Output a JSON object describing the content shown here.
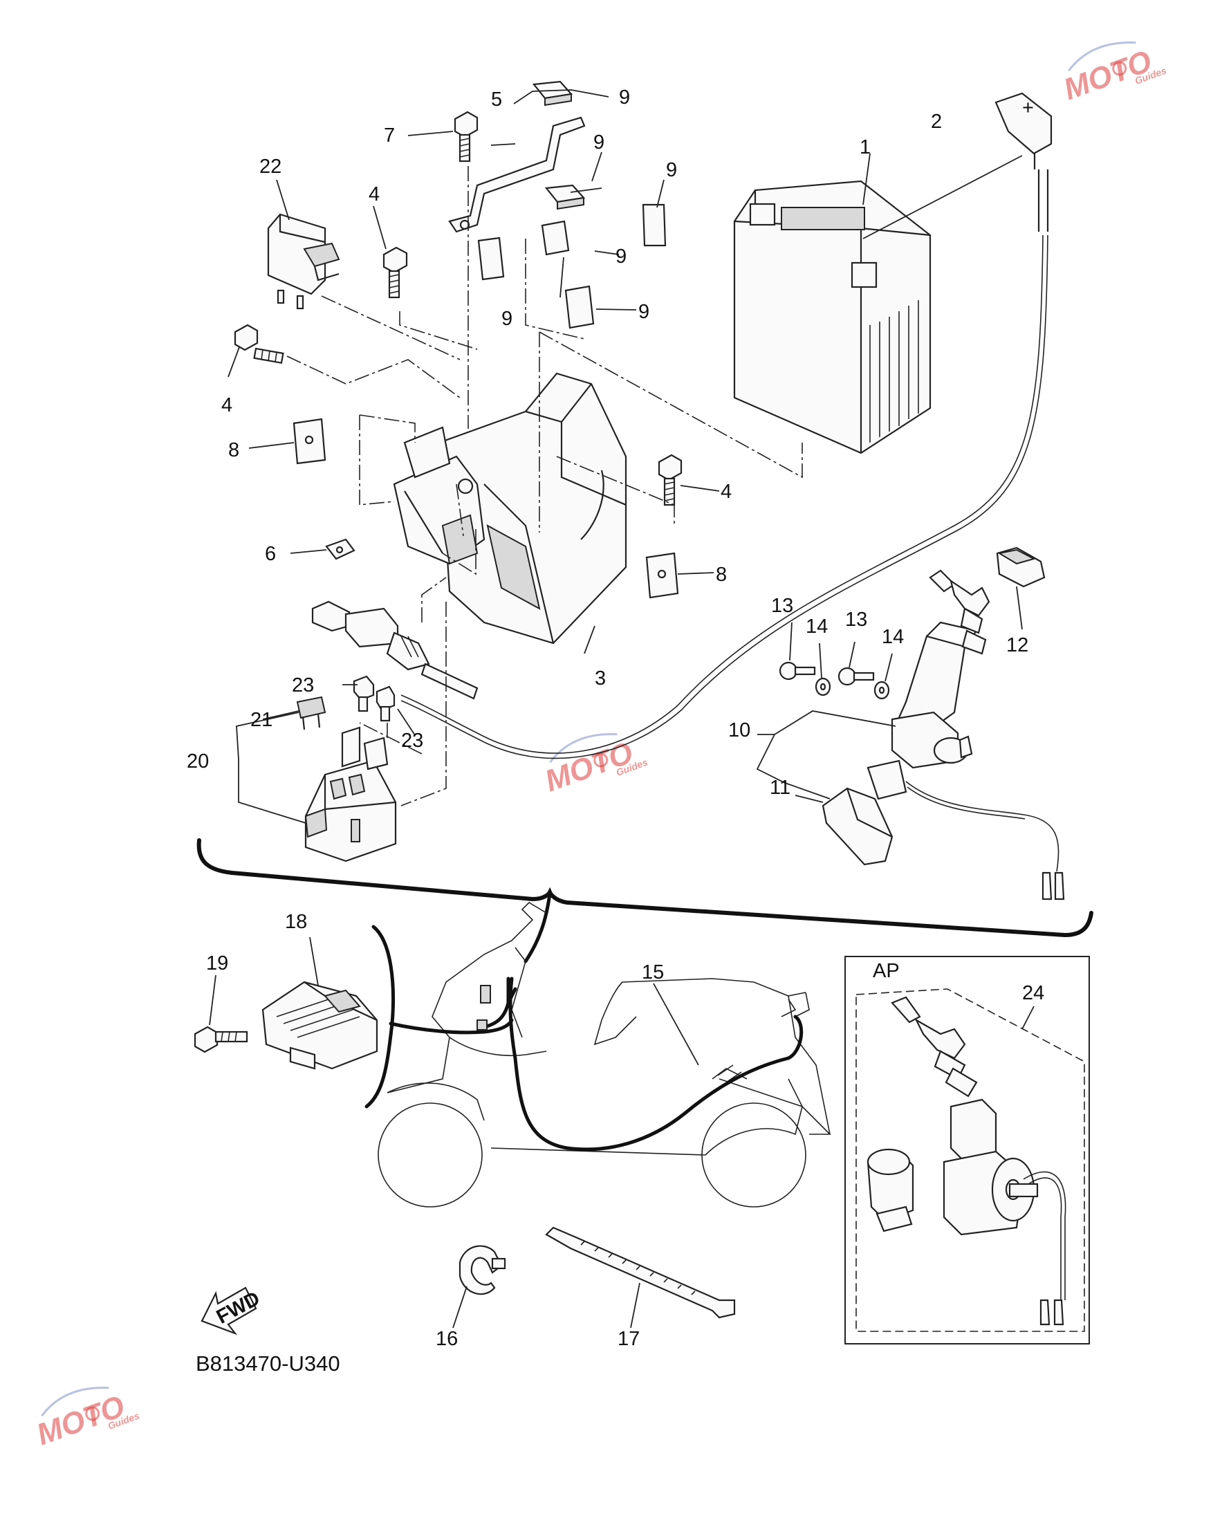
{
  "diagram_code": "B813470-U340",
  "fwd_arrow_label": "FWD",
  "ap_box_label": "AP",
  "battery_terminal_mark": "+",
  "watermark": {
    "brand": "MOTO",
    "sub": "Guides",
    "color": "#e04040"
  },
  "callouts": [
    {
      "id": "c1",
      "label": "1"
    },
    {
      "id": "c2",
      "label": "2"
    },
    {
      "id": "c3",
      "label": "3"
    },
    {
      "id": "c4a",
      "label": "4"
    },
    {
      "id": "c4b",
      "label": "4"
    },
    {
      "id": "c4c",
      "label": "4"
    },
    {
      "id": "c5",
      "label": "5"
    },
    {
      "id": "c6",
      "label": "6"
    },
    {
      "id": "c7",
      "label": "7"
    },
    {
      "id": "c8a",
      "label": "8"
    },
    {
      "id": "c8b",
      "label": "8"
    },
    {
      "id": "c9a",
      "label": "9"
    },
    {
      "id": "c9b",
      "label": "9"
    },
    {
      "id": "c9c",
      "label": "9"
    },
    {
      "id": "c9d",
      "label": "9"
    },
    {
      "id": "c9e",
      "label": "9"
    },
    {
      "id": "c9f",
      "label": "9"
    },
    {
      "id": "c10",
      "label": "10"
    },
    {
      "id": "c11",
      "label": "11"
    },
    {
      "id": "c12",
      "label": "12"
    },
    {
      "id": "c13a",
      "label": "13"
    },
    {
      "id": "c13b",
      "label": "13"
    },
    {
      "id": "c14a",
      "label": "14"
    },
    {
      "id": "c14b",
      "label": "14"
    },
    {
      "id": "c15",
      "label": "15"
    },
    {
      "id": "c16",
      "label": "16"
    },
    {
      "id": "c17",
      "label": "17"
    },
    {
      "id": "c18",
      "label": "18"
    },
    {
      "id": "c19",
      "label": "19"
    },
    {
      "id": "c20",
      "label": "20"
    },
    {
      "id": "c21",
      "label": "21"
    },
    {
      "id": "c22",
      "label": "22"
    },
    {
      "id": "c23a",
      "label": "23"
    },
    {
      "id": "c23b",
      "label": "23"
    },
    {
      "id": "c24",
      "label": "24"
    }
  ]
}
